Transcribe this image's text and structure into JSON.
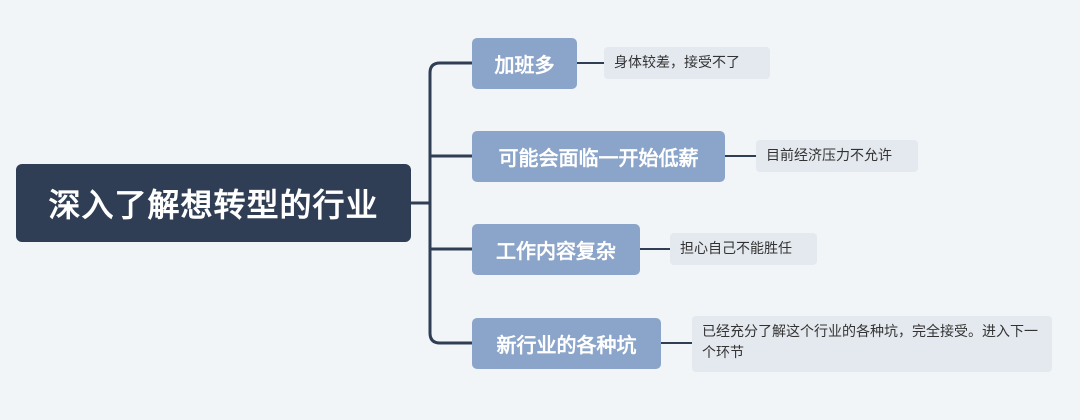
{
  "root": {
    "label": "深入了解想转型的行业"
  },
  "branches": [
    {
      "topic": "加班多",
      "note": "身体较差，接受不了"
    },
    {
      "topic": "可能会面临一开始低薪",
      "note": "目前经济压力不允许"
    },
    {
      "topic": "工作内容复杂",
      "note": "担心自己不能胜任"
    },
    {
      "topic": "新行业的各种坑",
      "note": "已经充分了解这个行业的各种坑，完全接受。进入下一个环节"
    }
  ],
  "colors": {
    "background": "#f2f5f8",
    "root_fill": "#2f3e54",
    "topic_fill": "#8ba4c9",
    "note_fill": "#e4e9ef",
    "connector": "#2f3e54"
  }
}
